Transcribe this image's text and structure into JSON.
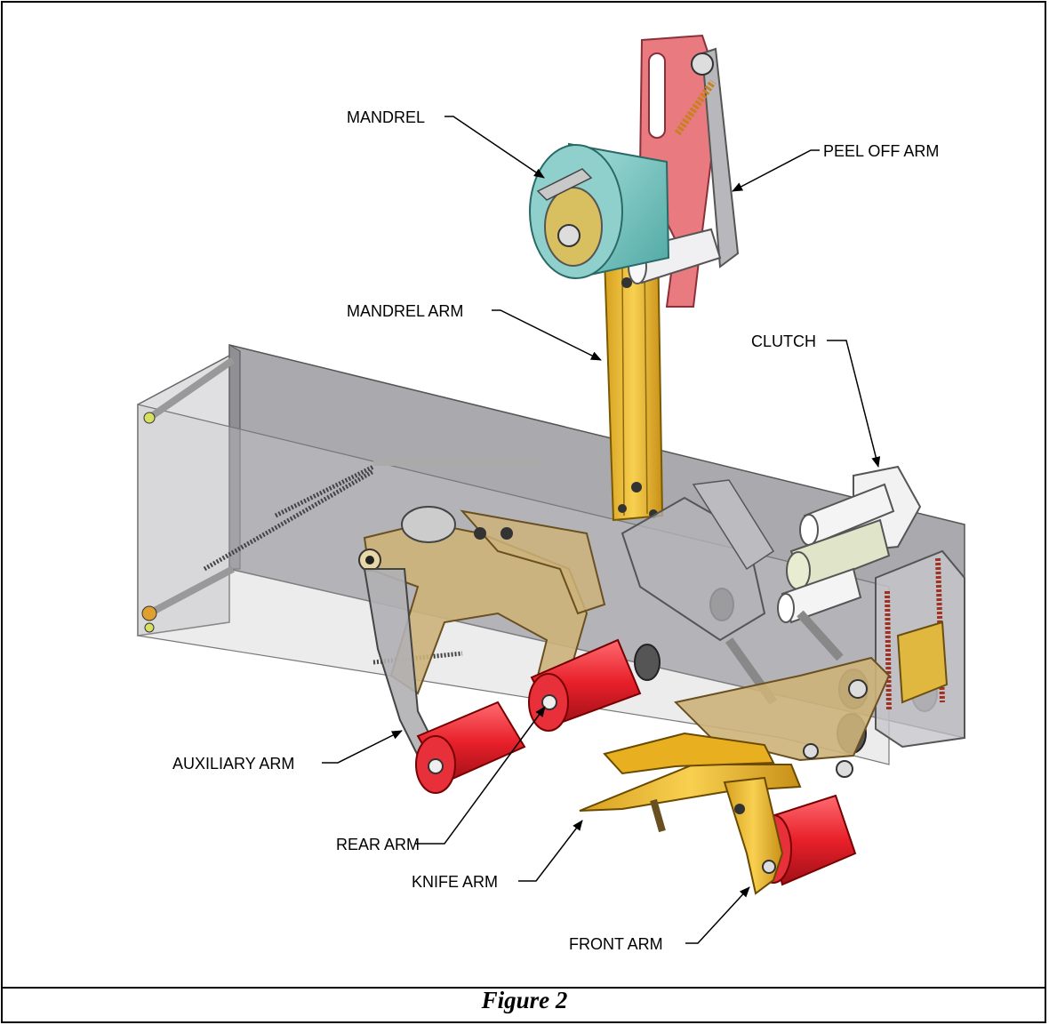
{
  "figure": {
    "caption": "Figure 2"
  },
  "labels": {
    "mandrel": "MANDREL",
    "peel_off_arm": "PEEL OFF ARM",
    "mandrel_arm": "MANDREL ARM",
    "clutch": "CLUTCH",
    "auxiliary_arm": "AUXILIARY ARM",
    "rear_arm": "REAR ARM",
    "knife_arm": "KNIFE ARM",
    "front_arm": "FRONT ARM"
  },
  "colors": {
    "roller_red": "#e8202a",
    "mandrel_teal": "#7fc8c4",
    "peel_arm_pink": "#e87a80",
    "mandrel_arm_gold": "#f0c030",
    "frame_gray": "#b8b8bc",
    "rear_arm_tan": "#cdb27a",
    "knife_gold": "#e8b020"
  }
}
